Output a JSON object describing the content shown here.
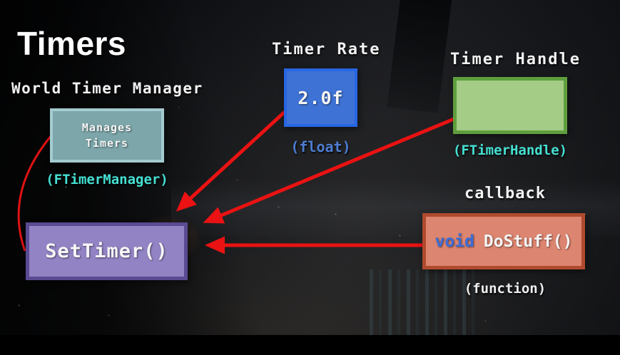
{
  "title": "Timers",
  "nodes": {
    "world_timer_manager": {
      "heading": "World Timer Manager",
      "box_lines": [
        "Manages",
        "Timers"
      ],
      "type_label": "(FTimerManager)"
    },
    "timer_rate": {
      "heading": "Timer Rate",
      "value": "2.0f",
      "type_label": "(float)"
    },
    "timer_handle": {
      "heading": "Timer Handle",
      "type_label": "(FTimerHandle)"
    },
    "callback": {
      "heading": "callback",
      "keyword": "void",
      "function_name": "DoStuff()",
      "type_label": "(function)"
    },
    "set_timer": {
      "label": "SetTimer()"
    }
  },
  "arrows": [
    {
      "name": "rate-to-settimer",
      "from": "timer_rate",
      "to": "set_timer"
    },
    {
      "name": "handle-to-settimer",
      "from": "timer_handle",
      "to": "set_timer"
    },
    {
      "name": "callback-to-settimer",
      "from": "callback",
      "to": "set_timer"
    },
    {
      "name": "manager-to-settimer-curve",
      "from": "world_timer_manager",
      "to": "set_timer"
    }
  ],
  "colors": {
    "type_label_cyan": "#45E0D2",
    "float_label_blue": "#4D7CD0",
    "keyword_blue": "#3B6CD8",
    "arrow_red": "#EA1212",
    "manager_box_fill": "#7CA6AA",
    "manager_box_border": "#A4CBD0",
    "rate_box_fill": "#3E72D4",
    "rate_box_border": "#2766E3",
    "handle_box_fill": "#A5CC86",
    "handle_box_border": "#5F9E3E",
    "callback_box_fill": "#DC8570",
    "callback_box_border": "#B04A2E",
    "set_timer_box_fill": "#9283C4",
    "set_timer_box_border": "#5A4A92"
  }
}
